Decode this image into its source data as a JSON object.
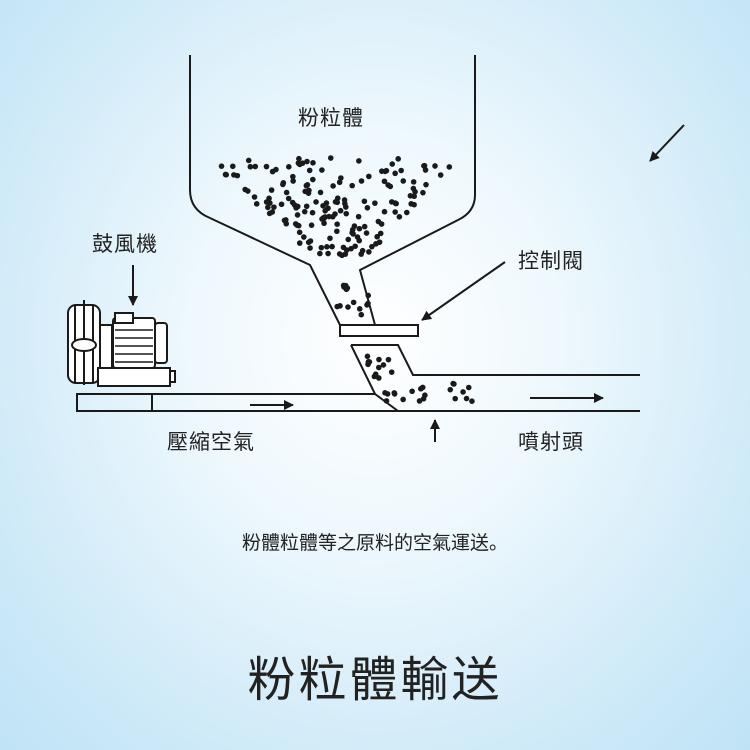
{
  "labels": {
    "powder": "粉粒體",
    "blower": "鼓風機",
    "control_valve": "控制閥",
    "compressed_air": "壓縮空氣",
    "nozzle": "噴射頭"
  },
  "description": "粉體粒體等之原料的空氣運送。",
  "title": "粉粒體輸送",
  "colors": {
    "line": "#1a1a1a",
    "background": "#d6eef9"
  }
}
